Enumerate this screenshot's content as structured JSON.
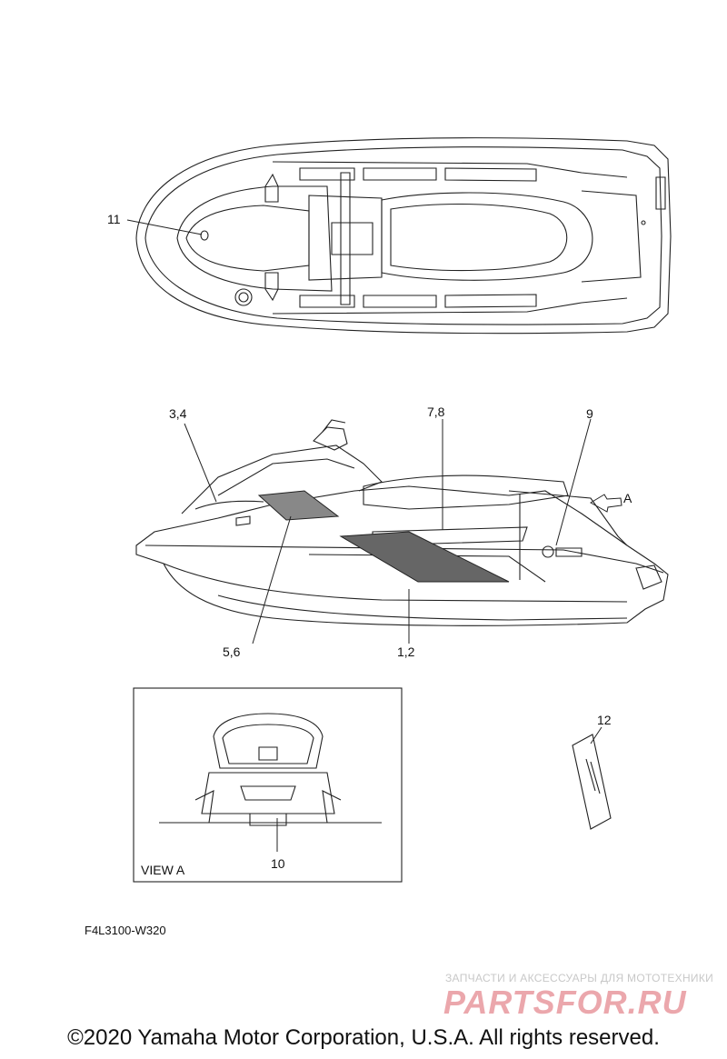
{
  "diagram": {
    "callouts": {
      "c11": "11",
      "c34": "3,4",
      "c78": "7,8",
      "c9": "9",
      "cA": "A",
      "c56": "5,6",
      "c12": "1,2",
      "c12b": "12",
      "c10": "10"
    },
    "view_label": "VIEW A",
    "part_code": "F4L3100-W320"
  },
  "watermark": {
    "tagline": "ЗАПЧАСТИ И АКСЕССУАРЫ ДЛЯ МОТОТЕХНИКИ",
    "logo": "PARTSFOR.RU"
  },
  "footer": {
    "copyright": "©2020 Yamaha Motor Corporation, U.S.A. All rights reserved."
  }
}
